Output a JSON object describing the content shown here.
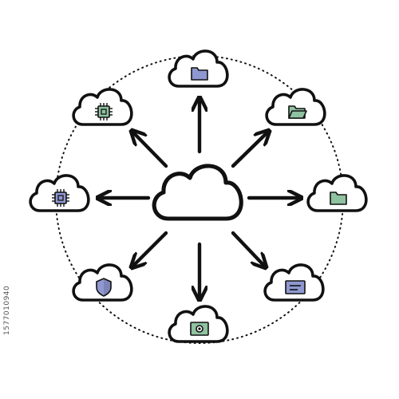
{
  "diagram": {
    "central_node": {
      "kind": "cloud"
    },
    "satellites": [
      {
        "direction": "north",
        "icon": "folder-icon",
        "color": "#8f98d0"
      },
      {
        "direction": "northeast",
        "icon": "open-folder-icon",
        "color": "#8fc2a0"
      },
      {
        "direction": "east",
        "icon": "folder-icon",
        "color": "#8fc2a0"
      },
      {
        "direction": "southeast",
        "icon": "server-card-icon",
        "color": "#8f98d0"
      },
      {
        "direction": "south",
        "icon": "camera-icon",
        "color": "#8fc2a0"
      },
      {
        "direction": "southwest",
        "icon": "shield-icon",
        "color": "#8f98d0"
      },
      {
        "direction": "west",
        "icon": "chip-icon",
        "color": "#8f98d0"
      },
      {
        "direction": "northwest",
        "icon": "chip-icon",
        "color": "#8fc2a0"
      }
    ],
    "connector": "arrow",
    "ring": "dotted-circle",
    "colors": {
      "stroke": "#111111",
      "fill": "#ffffff",
      "green": "#8fc2a0",
      "blue": "#8f98d0"
    }
  },
  "watermark": {
    "id": "1577010940"
  }
}
